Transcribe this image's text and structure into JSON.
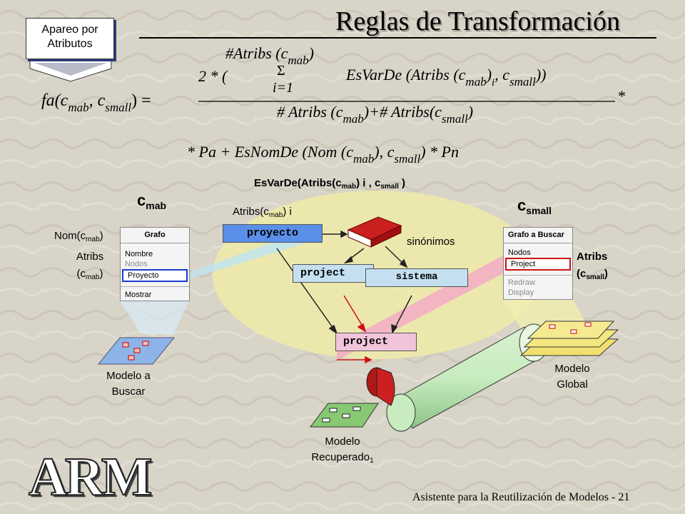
{
  "slide": {
    "title": "Reglas de Transformación",
    "callout": [
      "Apareo por",
      "Atributos"
    ],
    "footer": "Asistente para la Reutilización de Modelos - 21",
    "logo": "ARM"
  },
  "formula": {
    "lhs": "fa(c",
    "lhs_sub1": "mab",
    "lhs_mid": ", c",
    "lhs_sub2": "small",
    "lhs_end": ") =",
    "count_top": "#Atribs (c",
    "count_top_sub": "mab",
    "count_top_end": ")",
    "two": "2 * (",
    "sigma": "Σ",
    "sigma_from": "i=1",
    "sum_body": "EsVarDe (Atribs (c",
    "sum_sub": "mab",
    "sum_mid": ")",
    "sum_i": "i",
    "sum_sep": ", c",
    "sum_small": "small",
    "sum_close": "))",
    "den": "# Atribs (c",
    "den_sub1": "mab",
    "den_mid": ")+# Atribs(c",
    "den_sub2": "small",
    "den_end": ")",
    "star": "*",
    "line2_a": "* Pa + EsNomDe (Nom (c",
    "line2_sub1": "mab",
    "line2_b": "), c",
    "line2_sub2": "small",
    "line2_c": ") * Pn"
  },
  "diagram": {
    "esvar_label": "EsVarDe(Atribs(c",
    "esvar_sub1": "mab",
    "esvar_mid": ") i , c",
    "esvar_sub2": "small",
    "esvar_end": " )",
    "c_mab": "c",
    "c_mab_sub": "mab",
    "c_small": "c",
    "c_small_sub": "small",
    "atribs_i": "Atribs(c",
    "atribs_i_sub": "mab",
    "atribs_i_end": ") i",
    "nom": "Nom(c",
    "nom_sub": "mab",
    "nom_end": ")",
    "atribs_left": "Atribs",
    "atribs_left2": "(c",
    "atribs_left_sub": "mab",
    "atribs_left_end": ")",
    "atribs_right": "Atribs",
    "atribs_right2": "(c",
    "atribs_right_sub": "small",
    "atribs_right_end": ")",
    "sinonimos": "sinónimos",
    "box_proyecto": "proyecto",
    "box_project": "project",
    "box_sistema": "sistema",
    "box_project2": "project",
    "modelo_buscar": [
      "Modelo a",
      "Buscar"
    ],
    "modelo_global": [
      "Modelo",
      "Global"
    ],
    "modelo_recuperado": "Modelo",
    "modelo_recuperado2": "Recuperado",
    "modelo_recuperado_sub": "1",
    "left_panel": {
      "header": "Grafo",
      "rows": [
        "Nombre",
        "Nodos",
        "Proyecto"
      ],
      "footer": "Mostrar"
    },
    "right_panel": {
      "header": "Grafo a Buscar",
      "rows": [
        "Nodos",
        "Project"
      ],
      "footer_rows": [
        "Redraw",
        "Display"
      ]
    }
  }
}
